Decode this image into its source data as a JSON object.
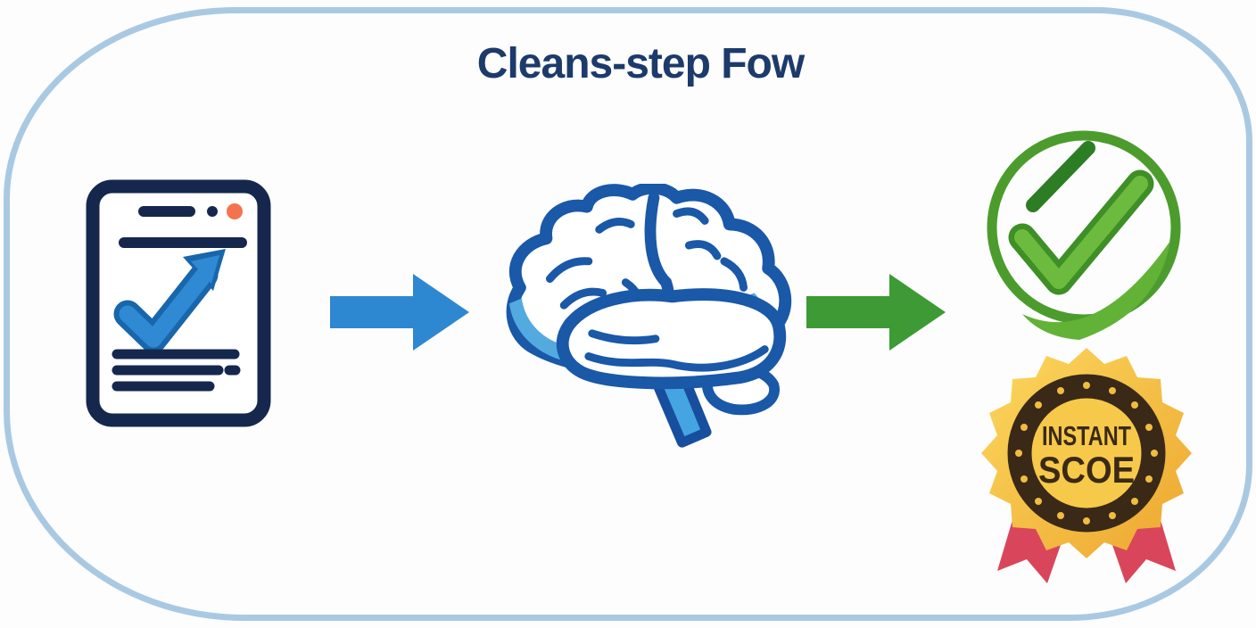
{
  "title": "Cleans-step Fow",
  "frame": {
    "border_color": "#a9c9e3"
  },
  "flow": {
    "steps": [
      {
        "id": "document",
        "icon": "document-trend-arrow-icon"
      },
      {
        "id": "brain",
        "icon": "brain-icon"
      },
      {
        "id": "result",
        "icon": "check-circle-icon"
      }
    ],
    "arrows": [
      {
        "direction": "right",
        "color": "#2e87d1"
      },
      {
        "direction": "right",
        "color": "#3d9a35"
      }
    ]
  },
  "badge": {
    "line1": "INSTANT",
    "line2": "SCOE",
    "gold": "#f6c744",
    "ring_color": "#3a2917",
    "ribbon_color": "#d9465c"
  },
  "colors": {
    "title": "#1c3a6b",
    "navy": "#16274e",
    "doc_arrow_blue": "#2f8ad3",
    "orange_dot": "#f4734e",
    "brain_outline": "#1a58a8",
    "brain_accent": "#4aa8e0",
    "check_circle_green": "#4c9c2d",
    "check_dark_green": "#2c7d23",
    "check_light_green": "#6cbb3f"
  }
}
